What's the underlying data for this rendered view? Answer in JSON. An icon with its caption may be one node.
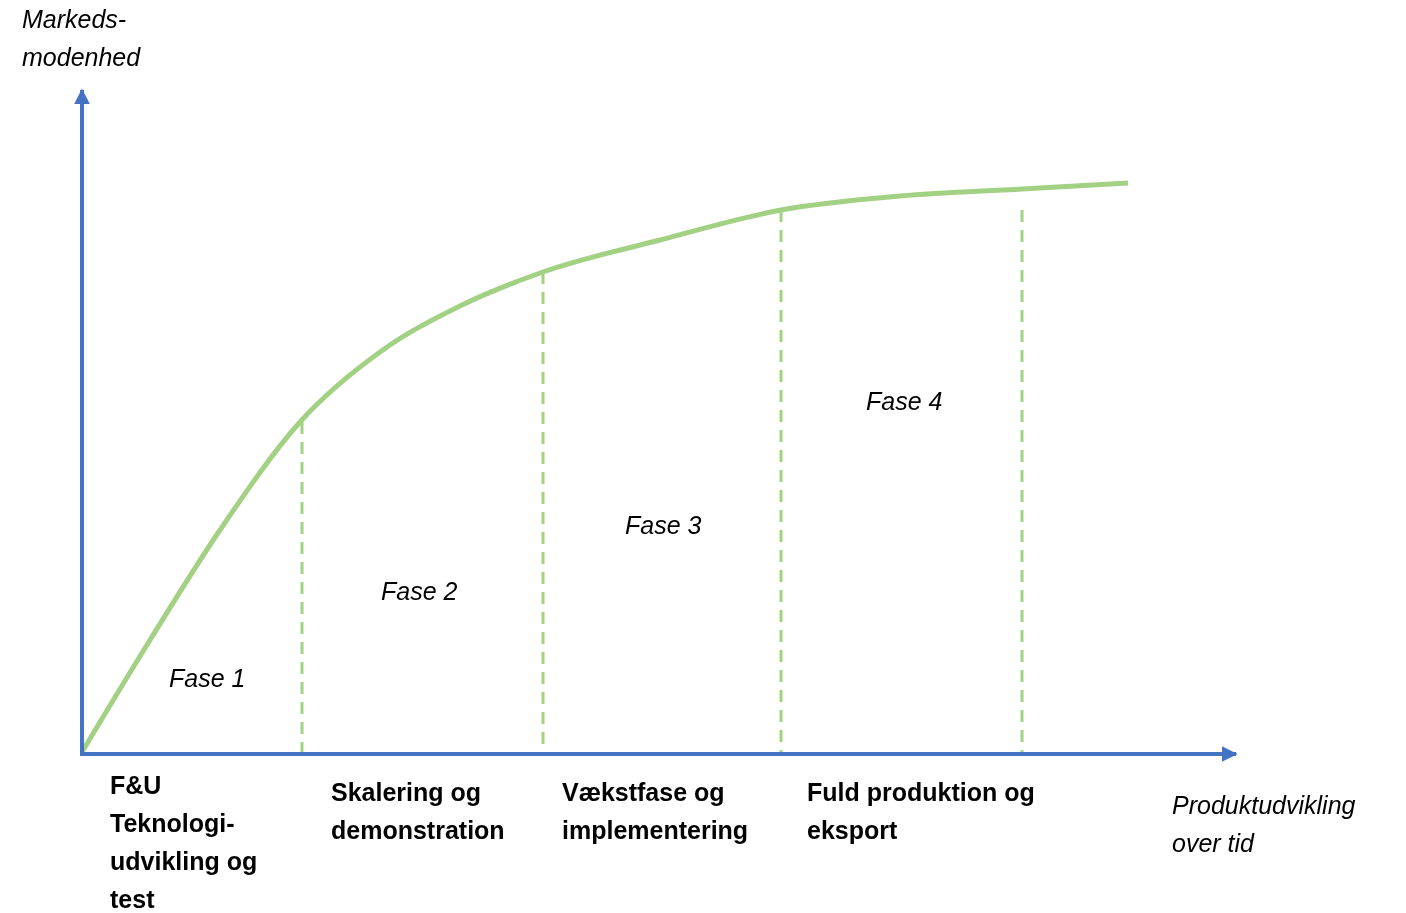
{
  "diagram": {
    "labels": [
      "Markeds- modenhed",
      "Fase 4",
      "Fase 3",
      "Fase 2",
      "Fase 1",
      "F&U Teknologi- udvikling og test",
      "Skalering og demonstration",
      "Vækstfase og implementering",
      "Fuld produktion og eksport",
      "Produktudvikling over tid"
    ]
  }
}
